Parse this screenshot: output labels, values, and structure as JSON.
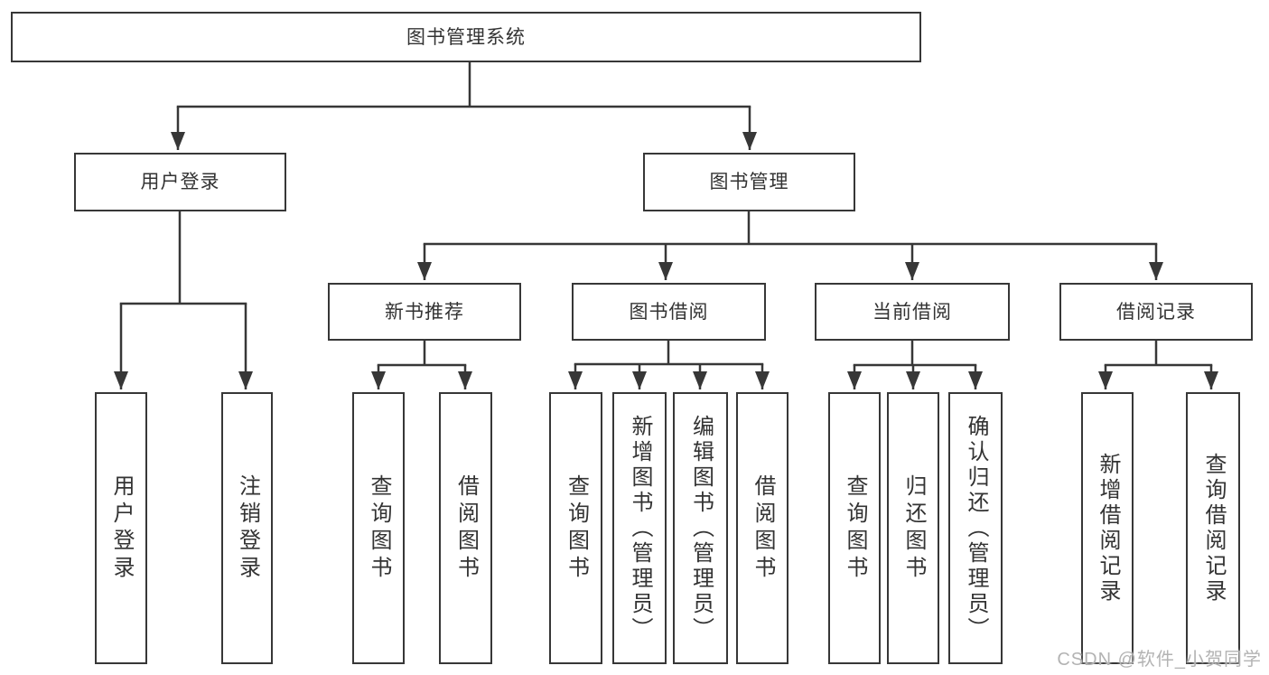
{
  "page": {
    "background": "#ffffff",
    "line_color": "#373737",
    "text_color": "#333333"
  },
  "tree": {
    "root": {
      "label": "图书管理系统"
    },
    "branches": [
      {
        "label": "用户登录",
        "children": [
          {
            "label": "用户登录"
          },
          {
            "label": "注销登录"
          }
        ]
      },
      {
        "label": "图书管理",
        "children": [
          {
            "label": "新书推荐",
            "children": [
              {
                "label": "查询图书"
              },
              {
                "label": "借阅图书"
              }
            ]
          },
          {
            "label": "图书借阅",
            "children": [
              {
                "label": "查询图书"
              },
              {
                "label": "新增图书（管理员）"
              },
              {
                "label": "编辑图书（管理员）"
              },
              {
                "label": "借阅图书"
              }
            ]
          },
          {
            "label": "当前借阅",
            "children": [
              {
                "label": "查询图书"
              },
              {
                "label": "归还图书"
              },
              {
                "label": "确认归还（管理员）"
              }
            ]
          },
          {
            "label": "借阅记录",
            "children": [
              {
                "label": "新增借阅记录"
              },
              {
                "label": "查询借阅记录"
              }
            ]
          }
        ]
      }
    ]
  },
  "watermark": {
    "text": "CSDN @软件_小贺同学"
  }
}
